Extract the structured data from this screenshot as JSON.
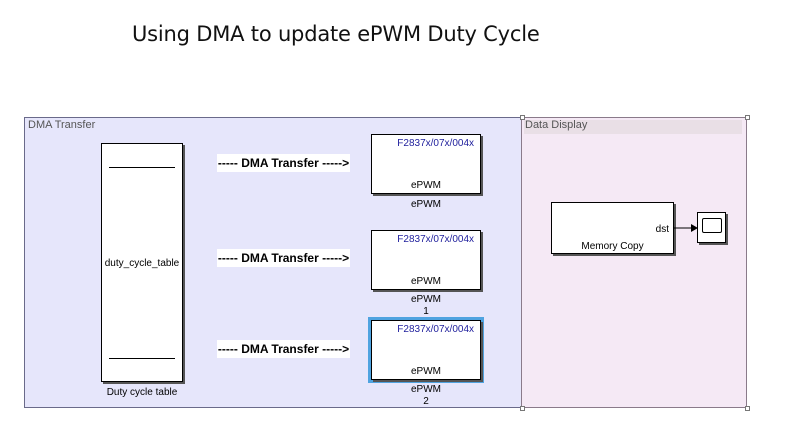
{
  "title": "Using DMA to update ePWM Duty Cycle",
  "areas": {
    "dma": {
      "label": "DMA Transfer"
    },
    "display": {
      "label": "Data Display"
    }
  },
  "table_block": {
    "label": "duty_cycle_table",
    "caption": "Duty cycle table"
  },
  "dma_labels": [
    "----- DMA Transfer ----->",
    "----- DMA Transfer ----->",
    "----- DMA Transfer ----->"
  ],
  "epwm_blocks": [
    {
      "chip": "F2837x/07x/004x",
      "inner": "ePWM",
      "caption": "ePWM",
      "caption2": ""
    },
    {
      "chip": "F2837x/07x/004x",
      "inner": "ePWM",
      "caption": "ePWM",
      "caption2": "1"
    },
    {
      "chip": "F2837x/07x/004x",
      "inner": "ePWM",
      "caption": "ePWM",
      "caption2": "2"
    }
  ],
  "memory_copy": {
    "port": "dst",
    "label": "Memory Copy"
  },
  "scope": {
    "icon": "scope-icon"
  },
  "colors": {
    "dma_area": "#e6e6fb",
    "display_area": "#f5e9f5",
    "chip_text": "#1e1e9c",
    "selection": "#4fa3e0"
  }
}
